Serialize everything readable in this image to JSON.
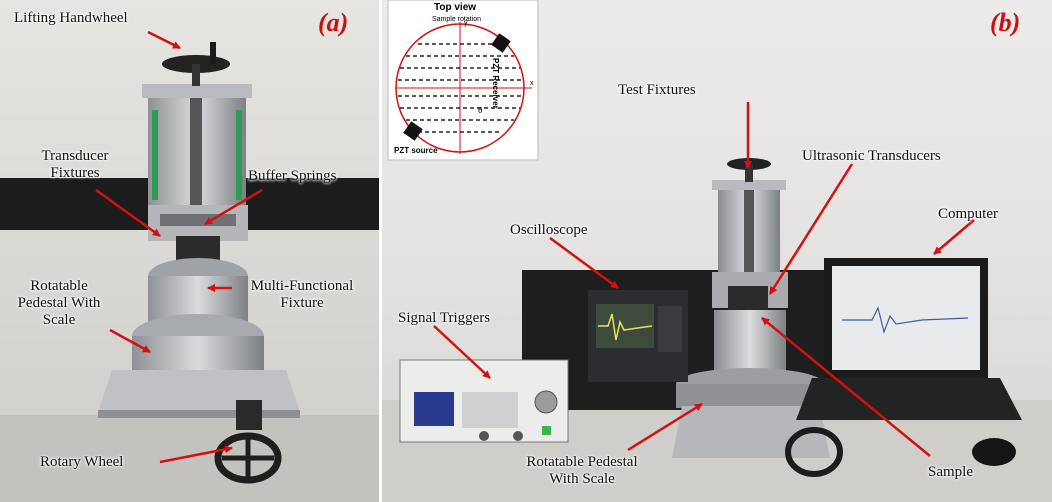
{
  "panel_a": {
    "tag": "(a)",
    "labels": {
      "lifting_handwheel": "Lifting Handwheel",
      "transducer_fixtures_line1": "Transducer",
      "transducer_fixtures_line2": "Fixtures",
      "buffer_springs": "Buffer Springs",
      "rotatable_line1": "Rotatable",
      "rotatable_line2": "Pedestal With",
      "rotatable_line3": "Scale",
      "multifunctional_line1": "Multi-Functional",
      "multifunctional_line2": "Fixture",
      "rotary_wheel": "Rotary Wheel"
    }
  },
  "panel_b": {
    "tag": "(b)",
    "labels": {
      "test_fixtures": "Test Fixtures",
      "ultrasonic_transducers": "Ultrasonic Transducers",
      "computer": "Computer",
      "oscilloscope": "Oscilloscope",
      "signal_triggers": "Signal Triggers",
      "rotatable_line1": "Rotatable Pedestal",
      "rotatable_line2": "With Scale",
      "sample": "Sample"
    },
    "inset": {
      "title": "Top view",
      "sample_rotation": "Sample rotation",
      "pzt_receiver": "PZT Receiver",
      "pzt_source": "PZT source",
      "x_axis": "x",
      "y_axis": "y",
      "angle": "θ"
    }
  },
  "colors": {
    "arrow": "#d41010",
    "tag": "#c81010"
  }
}
